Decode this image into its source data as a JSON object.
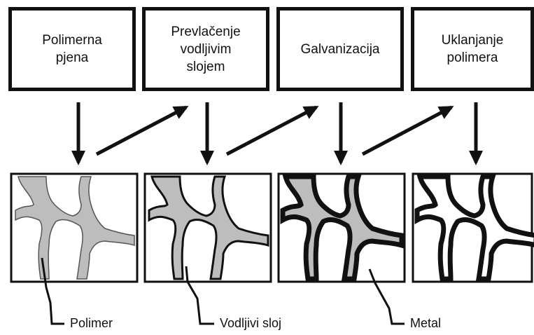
{
  "process_steps": [
    {
      "label": "Polimerna\npjena"
    },
    {
      "label": "Prevlačenje\nvodljivim\nslojem"
    },
    {
      "label": "Galvanizacija"
    },
    {
      "label": "Uklanjanje\npolimera"
    }
  ],
  "callouts": {
    "polymer": "Polimer",
    "conductive_layer": "Vodljivi sloj",
    "metal": "Metal"
  },
  "colors": {
    "polymer_fill": "#bdbdbd",
    "outline": "#111111"
  }
}
